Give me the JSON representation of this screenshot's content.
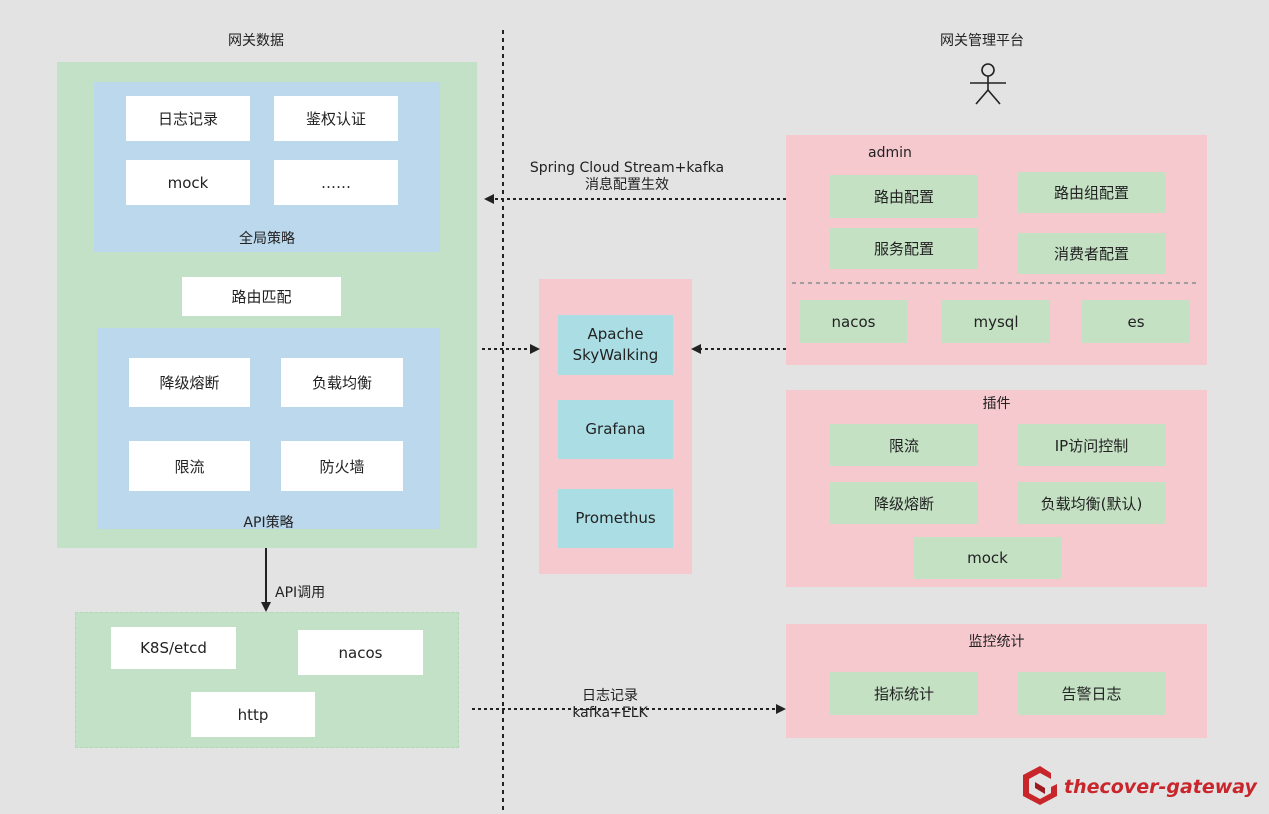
{
  "left_title": "网关数据",
  "right_title": "网关管理平台",
  "global_policy": {
    "items": [
      "日志记录",
      "鉴权认证",
      "mock",
      "……"
    ],
    "label": "全局策略"
  },
  "route_match": "路由匹配",
  "api_policy": {
    "items": [
      "降级熔断",
      "负载均衡",
      "限流",
      "防火墙"
    ],
    "label": "API策略"
  },
  "api_call_label": "API调用",
  "registry": {
    "items": [
      "K8S/etcd",
      "nacos",
      "http"
    ]
  },
  "monitor_tools": [
    "Apache\nSkyWalking",
    "Grafana",
    "Promethus"
  ],
  "stream_label": {
    "line1": "Spring Cloud Stream+kafka",
    "line2": "消息配置生效"
  },
  "admin": {
    "title": "admin",
    "configs": [
      "路由配置",
      "路由组配置",
      "服务配置",
      "消费者配置"
    ],
    "stores": [
      "nacos",
      "mysql",
      "es"
    ]
  },
  "plugins": {
    "title": "插件",
    "items": [
      "限流",
      "IP访问控制",
      "降级熔断",
      "负载均衡(默认)",
      "mock"
    ]
  },
  "monitoring": {
    "title": "监控统计",
    "items": [
      "指标统计",
      "告警日志"
    ]
  },
  "log_label": {
    "line1": "日志记录",
    "line2": "kafka+ELK"
  },
  "brand": "thecover-gateway",
  "colors": {
    "background": "#e3e3e3",
    "green_panel": "#c3e1c6",
    "blue_panel": "#bbd8ec",
    "pink_panel": "#f6c9cf",
    "green_cell": "#c4e1c4",
    "teal_cell": "#abdde5",
    "brand_red": "#c8262b"
  }
}
